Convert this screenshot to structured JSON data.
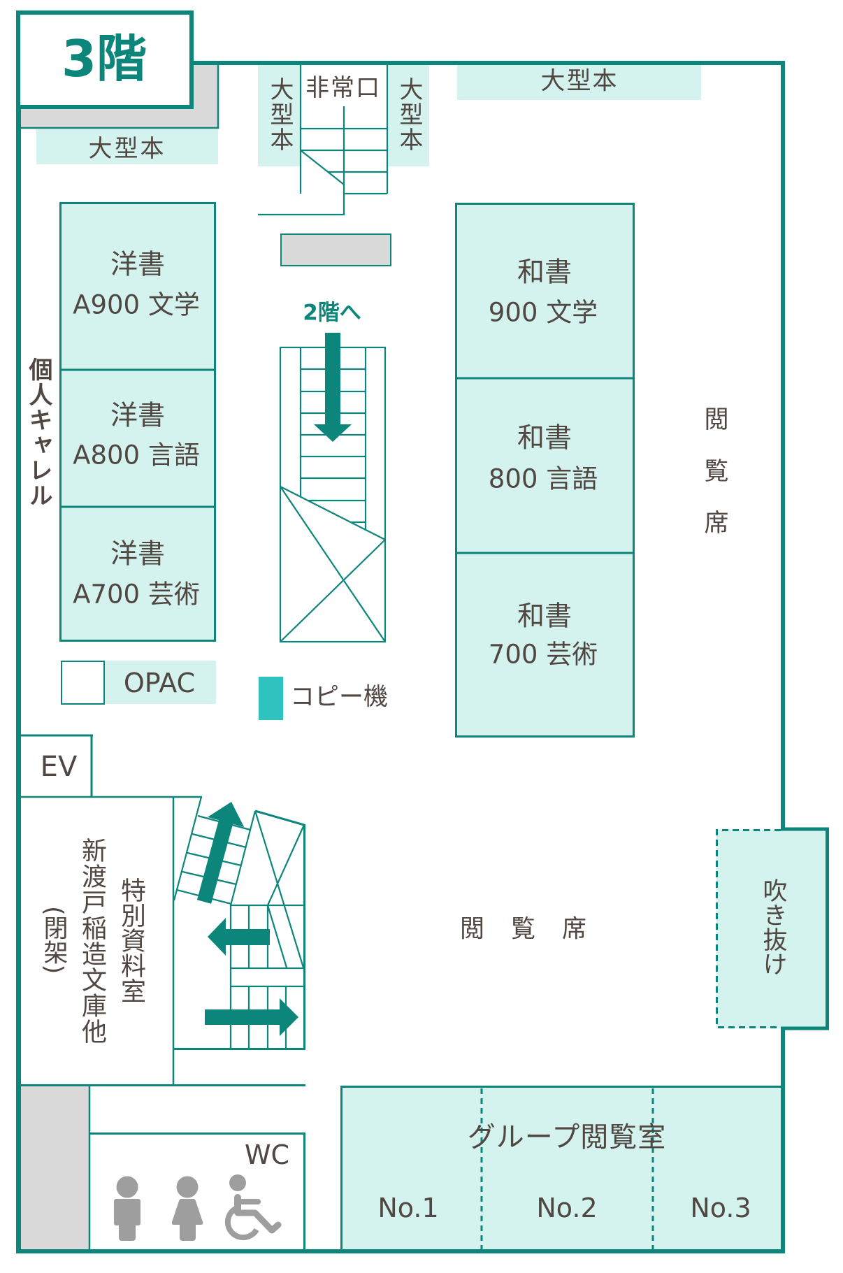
{
  "floor": {
    "label": "3階"
  },
  "palette": {
    "wall": "#0c857b",
    "mint": "#d4f3ee",
    "text": "#514742",
    "grey": "#d9d9d9",
    "icon": "#9e9e9e",
    "copier": "#2ec3bf"
  },
  "large_books": {
    "top_left": "大型本",
    "exit_left": "大型本",
    "exit_right": "大型本",
    "top_right": "大型本"
  },
  "emergency_exit": {
    "label": "非常口"
  },
  "stairs_down": {
    "label": "2階へ"
  },
  "private_carrels": {
    "label": "個人キャレル"
  },
  "western_books": [
    {
      "title": "洋書",
      "label": "A900 文学"
    },
    {
      "title": "洋書",
      "label": "A800 言語"
    },
    {
      "title": "洋書",
      "label": "A700 芸術"
    }
  ],
  "japanese_books": [
    {
      "title": "和書",
      "label": "900 文学"
    },
    {
      "title": "和書",
      "label": "800 言語"
    },
    {
      "title": "和書",
      "label": "700 芸術"
    }
  ],
  "opac": {
    "label": "OPAC"
  },
  "copier": {
    "label": "コピー機"
  },
  "elevator": {
    "label": "EV"
  },
  "special_room": {
    "name": "特別資料室",
    "collection": "新渡戸稲造文庫他",
    "note": "(閉架)"
  },
  "reading_seats": {
    "right_label": "閲覧席",
    "center_label": "閲覧席"
  },
  "atrium": {
    "label": "吹き抜け"
  },
  "restroom": {
    "label": "WC",
    "icons": [
      "male-restroom-icon",
      "female-restroom-icon",
      "wheelchair-accessible-icon"
    ]
  },
  "group_reading_room": {
    "title": "グループ閲覧室",
    "rooms": [
      "No.1",
      "No.2",
      "No.3"
    ]
  }
}
